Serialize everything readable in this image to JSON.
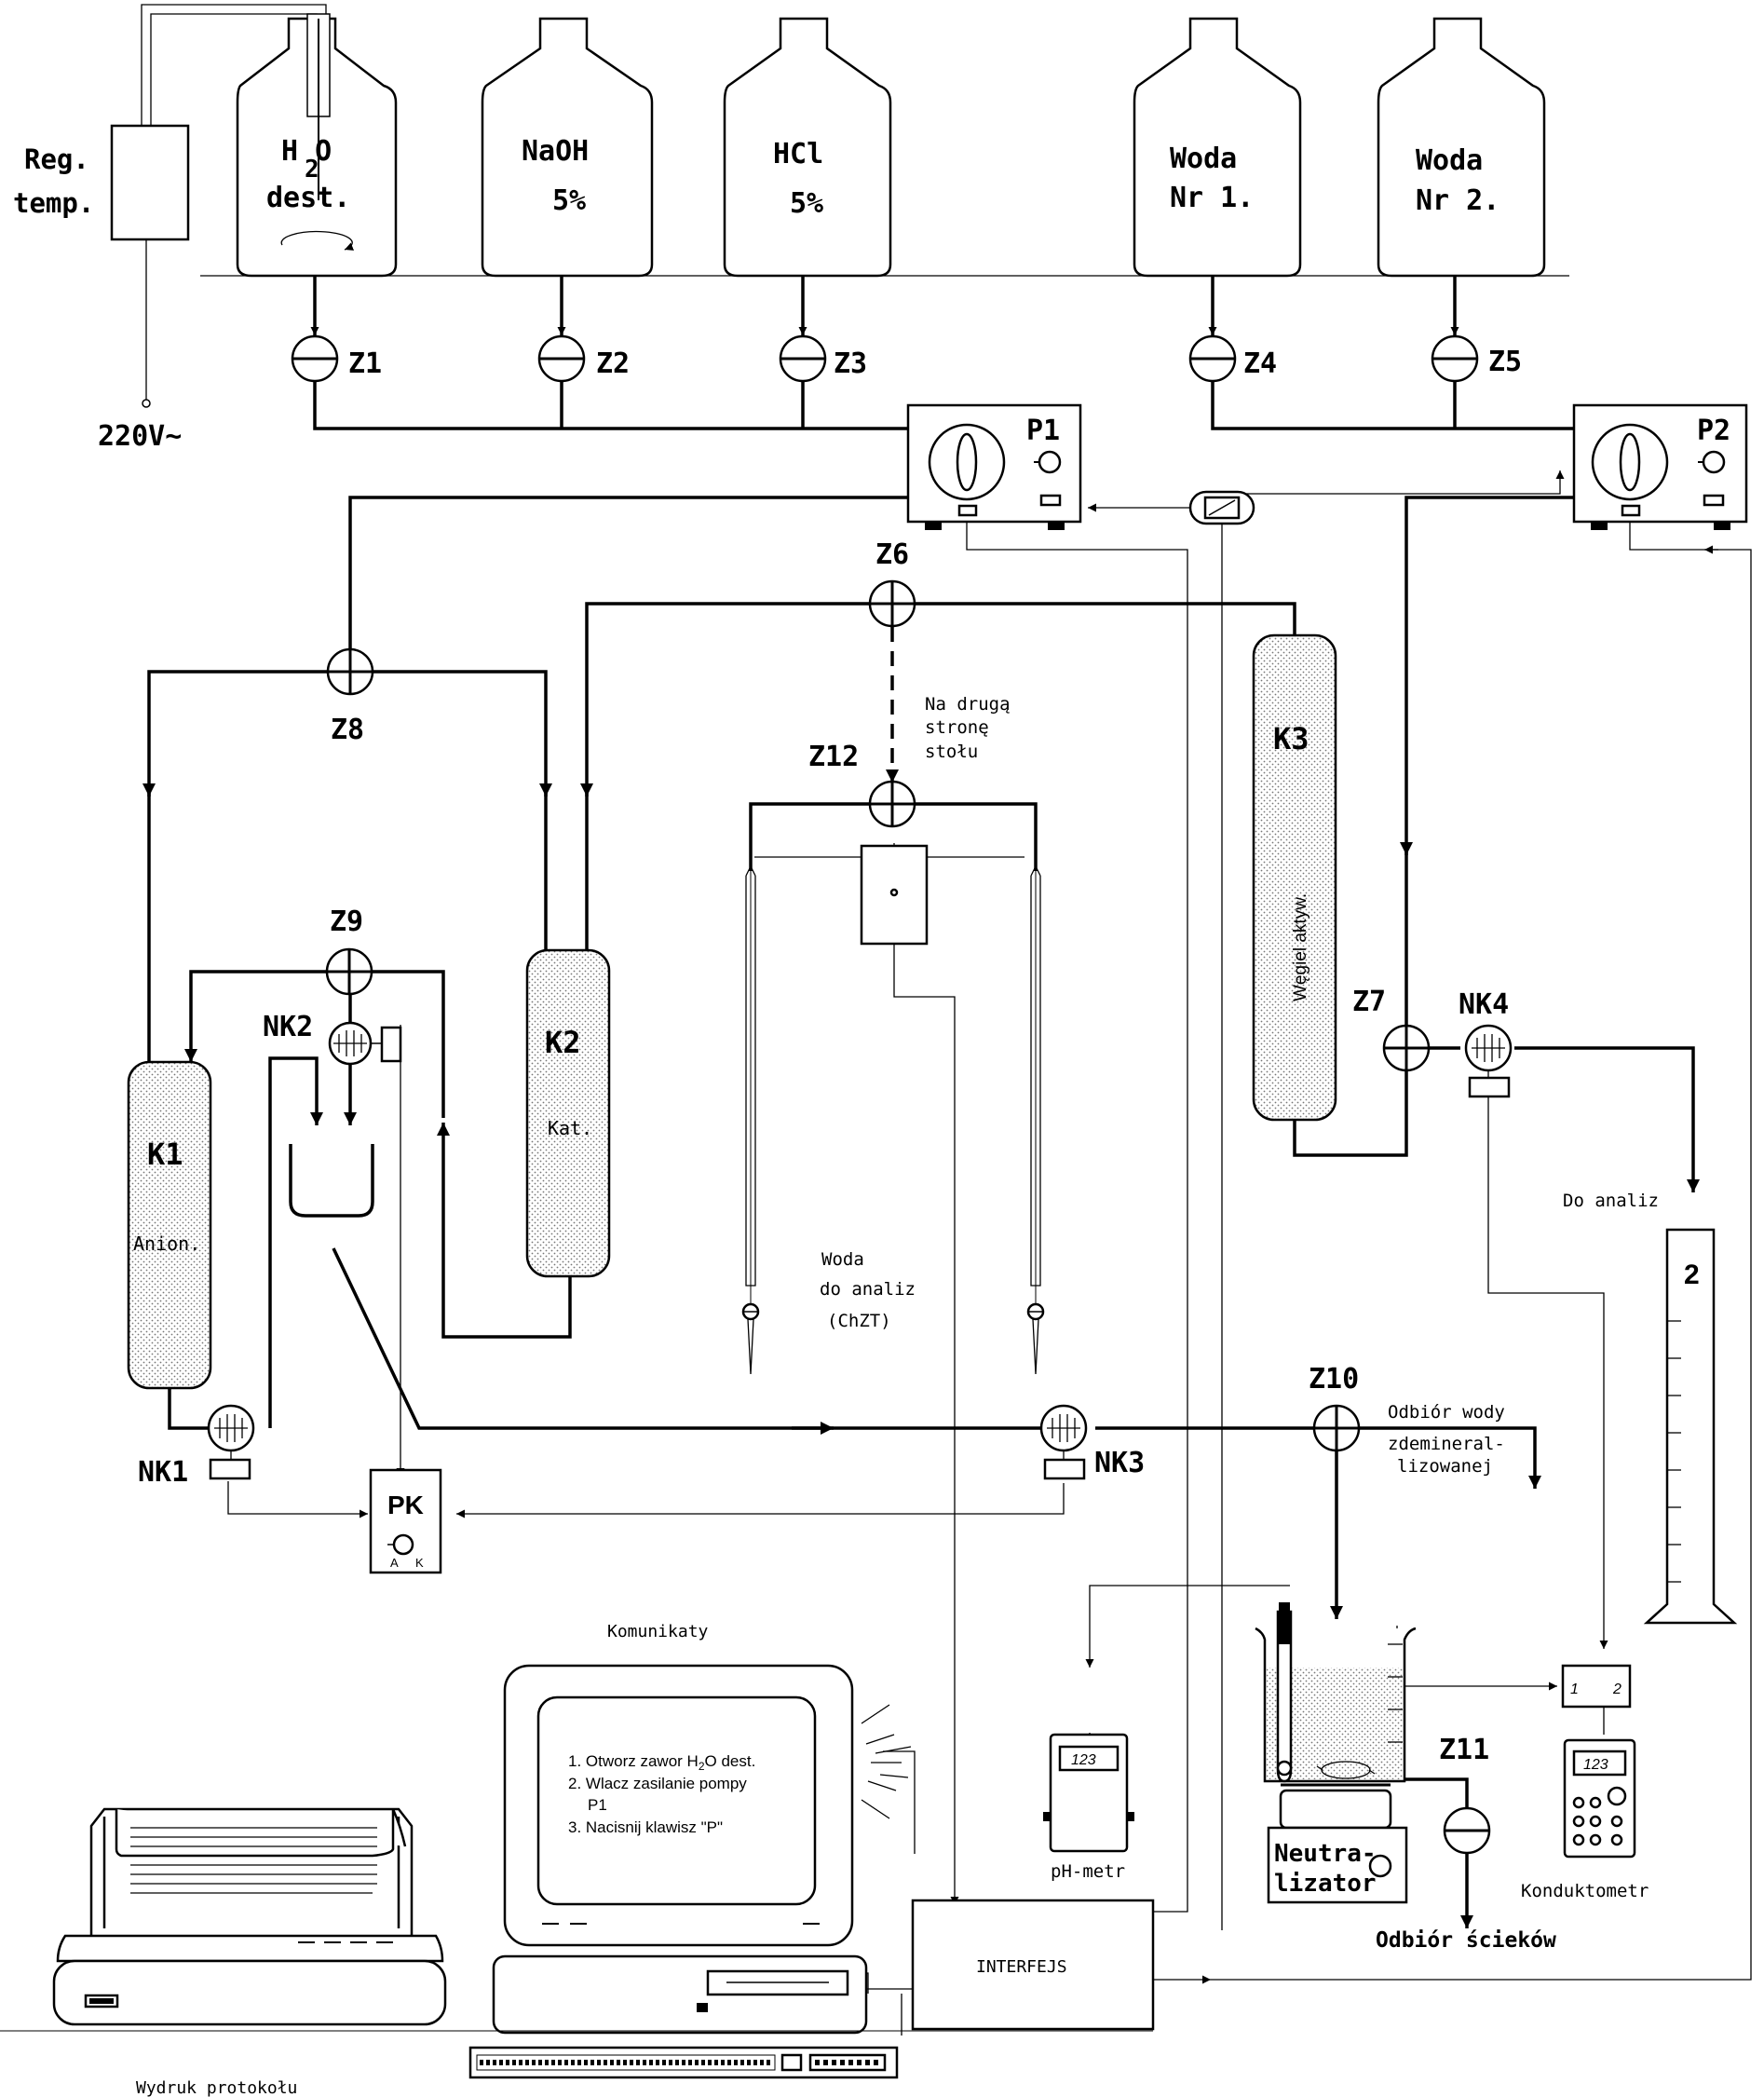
{
  "reg_temp": {
    "line1": "Reg.",
    "line2": "temp.",
    "power": "220V~"
  },
  "bottles": [
    {
      "id": "h2o",
      "line1": "H O",
      "sub": "2",
      "line2": "dest."
    },
    {
      "id": "naoh",
      "line1": "NaOH",
      "line2": "5%"
    },
    {
      "id": "hcl",
      "line1": "HCl",
      "line2": "5%"
    },
    {
      "id": "woda1",
      "line1": "Woda",
      "line2": "Nr 1."
    },
    {
      "id": "woda2",
      "line1": "Woda",
      "line2": "Nr 2."
    }
  ],
  "valves": {
    "z1": "Z1",
    "z2": "Z2",
    "z3": "Z3",
    "z4": "Z4",
    "z5": "Z5",
    "z6": "Z6",
    "z7": "Z7",
    "z8": "Z8",
    "z9": "Z9",
    "z10": "Z10",
    "z11": "Z11",
    "z12": "Z12"
  },
  "pumps": {
    "p1": "P1",
    "p2": "P2"
  },
  "columns": {
    "k1": {
      "label": "K1",
      "sub": "Anion."
    },
    "k2": {
      "label": "K2",
      "sub": "Kat."
    },
    "k3": {
      "label": "K3",
      "sub": "Węgiel aktyw."
    }
  },
  "sensors": {
    "nk1": "NK1",
    "nk2": "NK2",
    "nk3": "NK3",
    "nk4": "NK4",
    "pk": "PK",
    "pk_a": "A",
    "pk_k": "K"
  },
  "annotations": {
    "na_druga_1": "Na drugą",
    "na_druga_2": "stronę",
    "na_druga_3": "stołu",
    "woda_analiz_1": "Woda",
    "woda_analiz_2": "do analiz",
    "woda_analiz_3": "(ChZT)",
    "do_analiz": "Do analiz",
    "odbior_wody_1": "Odbiór wody",
    "odbior_wody_2": "zdemineral-",
    "odbior_wody_3": "lizowanej",
    "odbior_sciekow": "Odbiór ścieków",
    "cylinder_num": "2",
    "komunikaty": "Komunikaty",
    "wydruk": "Wydruk protokołu",
    "interfejs": "INTERFEJS",
    "ph_metr": "pH-metr",
    "ph_display": "123",
    "neutra_1": "Neutra-",
    "neutra_2": "lizator",
    "konduktometr": "Konduktometr",
    "kond_display": "123",
    "switch_1": "1",
    "switch_2": "2"
  },
  "screen_messages": {
    "m1a": "1. Otworz zawor H",
    "m1sub": "2",
    "m1b": "O dest.",
    "m2": "2. Wlacz zasilanie pompy",
    "m2b": "P1",
    "m3": "3. Nacisnij klawisz \"P\""
  }
}
